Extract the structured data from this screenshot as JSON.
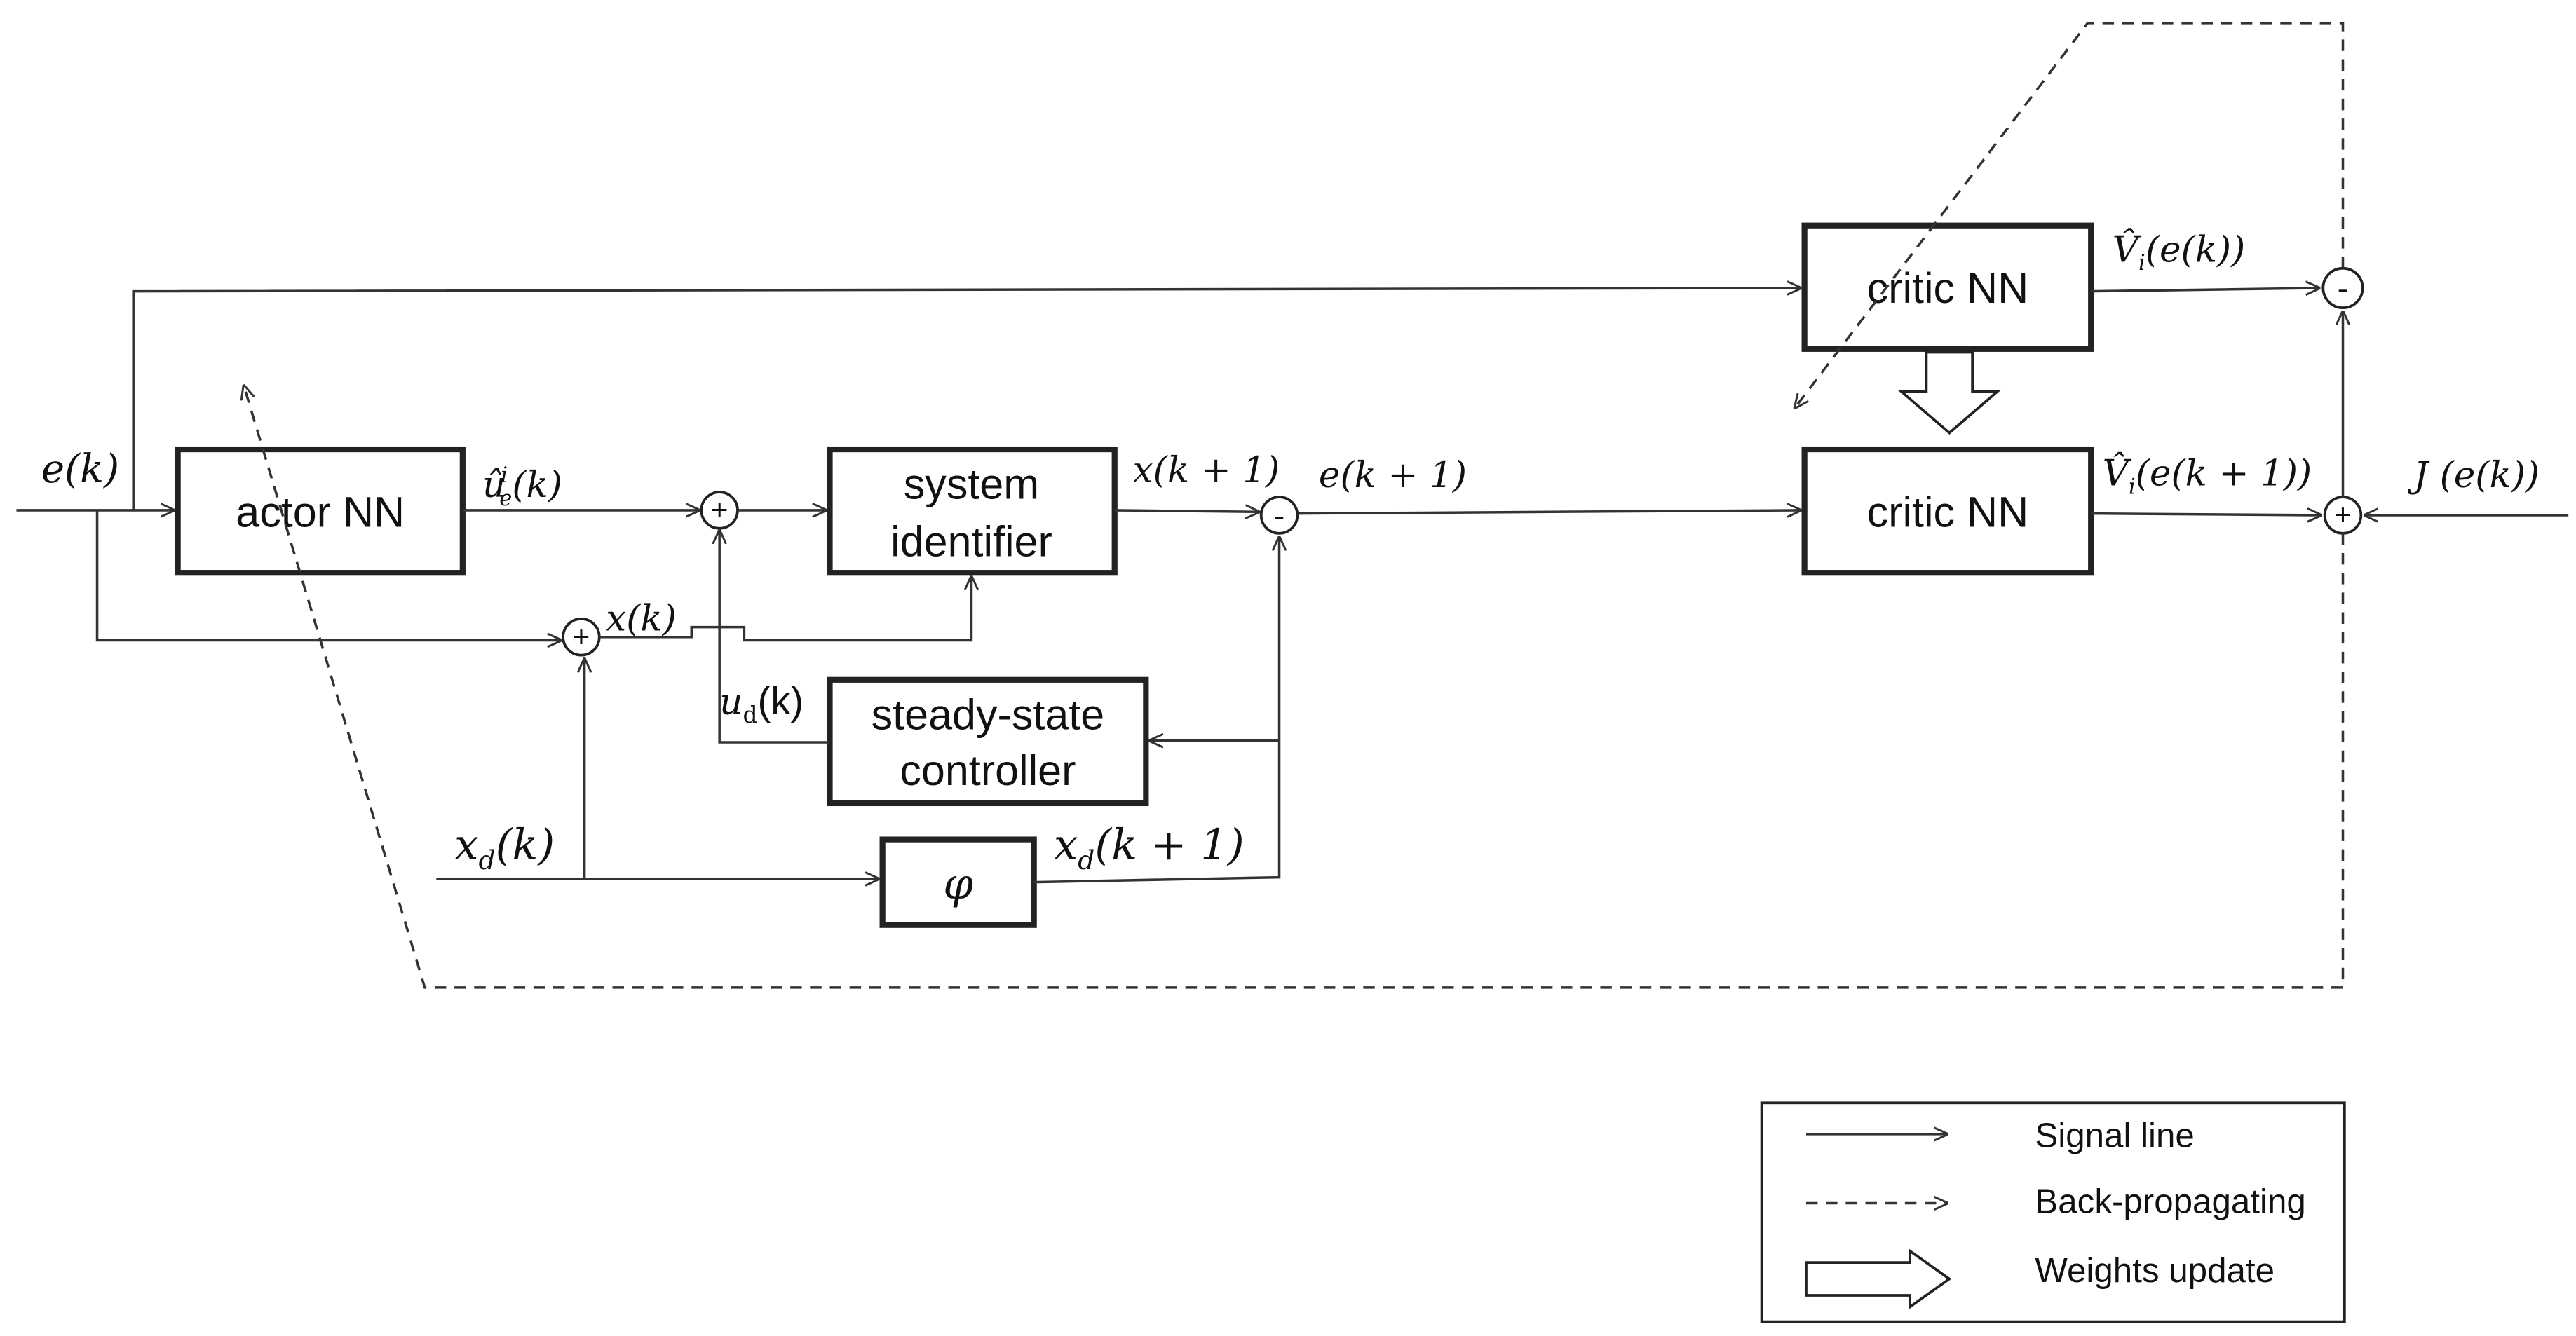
{
  "blocks": {
    "actor": "actor NN",
    "system_identifier": [
      "system",
      "identifier"
    ],
    "steady_state_controller": [
      "steady-state",
      "controller"
    ],
    "phi": "φ",
    "critic_top": "critic NN",
    "critic_bottom": "critic NN"
  },
  "signals": {
    "e_k": "e(k)",
    "u_hat": "û",
    "u_hat_sup": "i",
    "u_hat_sub": "e",
    "u_hat_arg": "(k)",
    "x_k": "x(k)",
    "u_d": "u",
    "u_d_sub": "d",
    "u_d_arg": "(k)",
    "x_d_k": "x",
    "x_d_sub": "d",
    "x_d_arg": "(k)",
    "x_k1": "x(k + 1)",
    "e_k1": "e(k + 1)",
    "xd_k1": "x",
    "xd_k1_sub": "d",
    "xd_k1_arg": "(k + 1)",
    "V_top": "V̂",
    "V_top_sub": "i",
    "V_top_arg": "(e(k))",
    "V_bottom": "V̂",
    "V_bottom_sub": "i",
    "V_bottom_arg": "(e(k + 1))",
    "J": "J (e(k))"
  },
  "junctions": {
    "plus": "+",
    "minus": "-"
  },
  "legend": {
    "signal_line": "Signal line",
    "back_propagating": "Back-propagating",
    "weights_update": "Weights update"
  }
}
